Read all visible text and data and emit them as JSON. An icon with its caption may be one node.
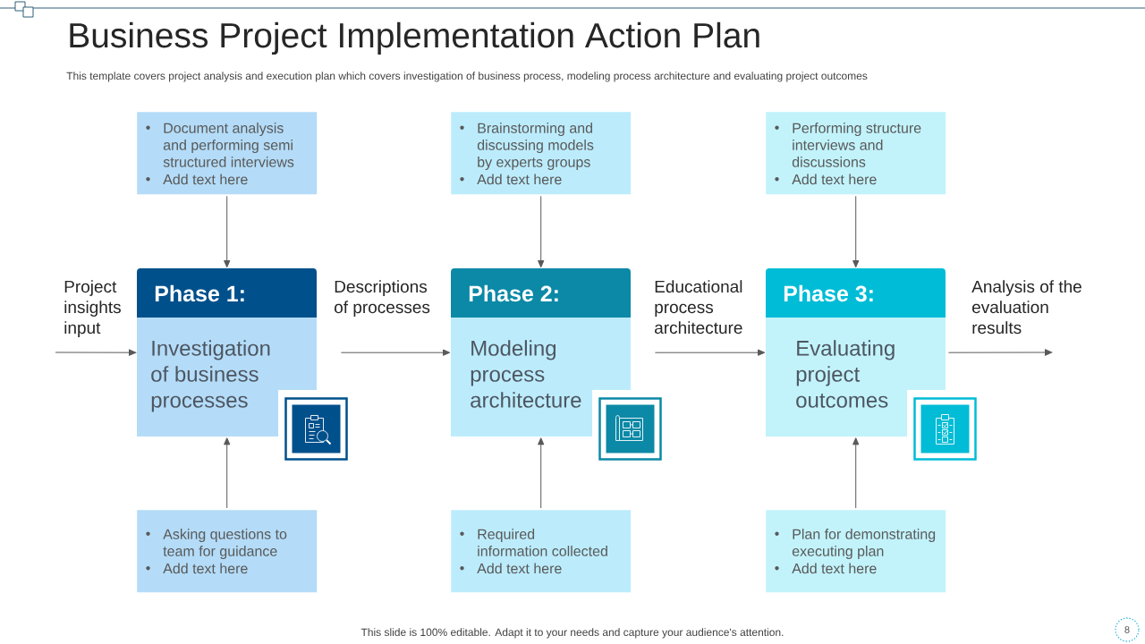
{
  "diagram": {
    "title": "Business Project Implementation Action Plan",
    "nodes": [
      {
        "text": [
          "Document analysis and performing semi structured interviews",
          "Add text here"
        ]
      },
      {
        "text": [
          "Brainstorming and discussing models by experts groups",
          "Add text here"
        ]
      },
      {
        "text": [
          "Performing structure interviews and discussions",
          "Add text here"
        ]
      },
      {
        "text": [
          "Phase 1:",
          "Investigation of business processes"
        ]
      },
      {
        "text": [
          "Phase 2:",
          "Modeling process architecture"
        ]
      },
      {
        "text": [
          "Phase 3:",
          "Evaluating project outcomes"
        ]
      },
      {
        "text": [
          "Asking questions to team for guidance",
          "Add text here"
        ]
      },
      {
        "text": [
          "Required information collected",
          "Add text here"
        ]
      },
      {
        "text": [
          "Plan for demonstrating executing plan",
          "Add text here"
        ]
      }
    ],
    "edges": [
      {
        "from": 0,
        "to": 3,
        "arrow": "to"
      },
      {
        "from": 1,
        "to": 4,
        "arrow": "to"
      },
      {
        "from": 2,
        "to": 5,
        "arrow": "to"
      },
      {
        "from": null,
        "to": 3,
        "arrow": "to",
        "label": "Project insights input"
      },
      {
        "from": 3,
        "to": 4,
        "arrow": "to",
        "label": "Descriptions of processes"
      },
      {
        "from": 4,
        "to": 5,
        "arrow": "to",
        "label": "Educational process architecture"
      },
      {
        "from": 5,
        "to": null,
        "arrow": "to",
        "label": "Analysis of the evaluation results"
      },
      {
        "from": 6,
        "to": 3,
        "arrow": "to"
      },
      {
        "from": 7,
        "to": 4,
        "arrow": "to"
      },
      {
        "from": 8,
        "to": 5,
        "arrow": "to"
      }
    ],
    "labels": [
      "This template covers project analysis and execution plan which covers investigation of business process, modeling process architecture and evaluating project outcomes",
      "This slide is 100% editable. Adapt it to your needs and capture your audience's attention.",
      "8"
    ]
  }
}
